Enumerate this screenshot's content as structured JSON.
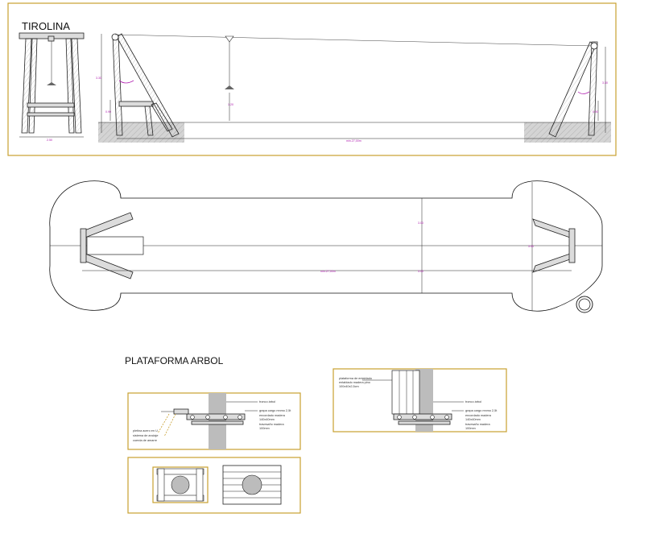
{
  "titles": {
    "tirolina": "TIROLINA",
    "plataforma": "PLATAFORMA ARBOL"
  },
  "elevation": {
    "frame_width_dim": "2.50",
    "height_left": "3.30",
    "height_right": "3.30",
    "base_left": "0.90",
    "base_right": "0.90",
    "seat_height": "1.20",
    "span": "min.27,00m"
  },
  "plan": {
    "width_dim": "3.00",
    "width_dim_right": "3.00",
    "span": "min.27,00m",
    "bottom_dim": "3.00"
  },
  "platform_detail_left": {
    "labels": [
      "tronco árbol",
      "pletina acero en U",
      "sistema de anclaje",
      "cuerda de amarre",
      "grapa cargo mnmo 2,5t",
      "encordado madera",
      "140x40mm",
      "travesaño madera",
      "100mm"
    ]
  },
  "platform_detail_right": {
    "labels": [
      "plataforma de entablado",
      "entablado madera pino",
      "100x40x2,5cm",
      "tronco árbol",
      "grapa cargo mnmo 2,5t",
      "encordado madera",
      "140x40mm",
      "travesaño madera",
      "100mm"
    ]
  },
  "colors": {
    "frame": "#c8a030",
    "dimension": "#b020b0",
    "wood": "#dcdcdc",
    "ground": "#cfcfcf"
  }
}
